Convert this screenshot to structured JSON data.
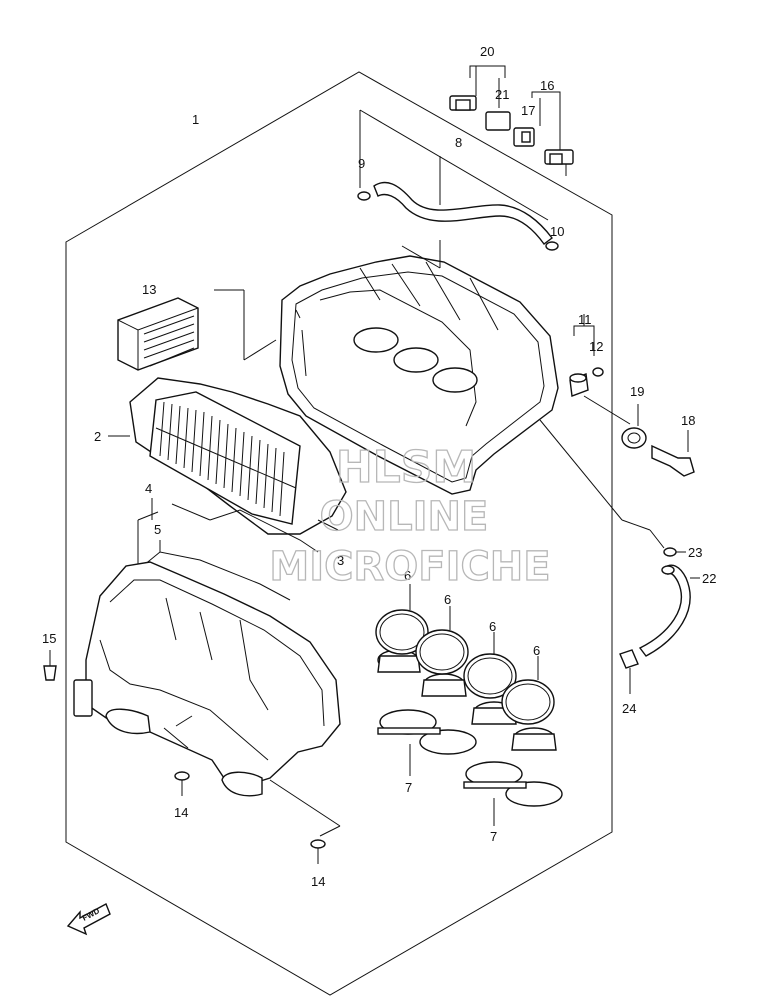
{
  "callouts": {
    "c1": "1",
    "c2": "2",
    "c3": "3",
    "c4": "4",
    "c5": "5",
    "c6a": "6",
    "c6b": "6",
    "c6c": "6",
    "c6d": "6",
    "c7a": "7",
    "c7b": "7",
    "c8": "8",
    "c9": "9",
    "c10": "10",
    "c11": "11",
    "c12": "12",
    "c13": "13",
    "c14a": "14",
    "c14b": "14",
    "c15": "15",
    "c16": "16",
    "c17": "17",
    "c18": "18",
    "c19": "19",
    "c20": "20",
    "c21": "21",
    "c22": "22",
    "c23": "23",
    "c24": "24"
  },
  "watermark": {
    "line1": "HLSM",
    "line2": "ONLINE",
    "line3": "MICROFICHE"
  },
  "fwd_badge": "FWD"
}
